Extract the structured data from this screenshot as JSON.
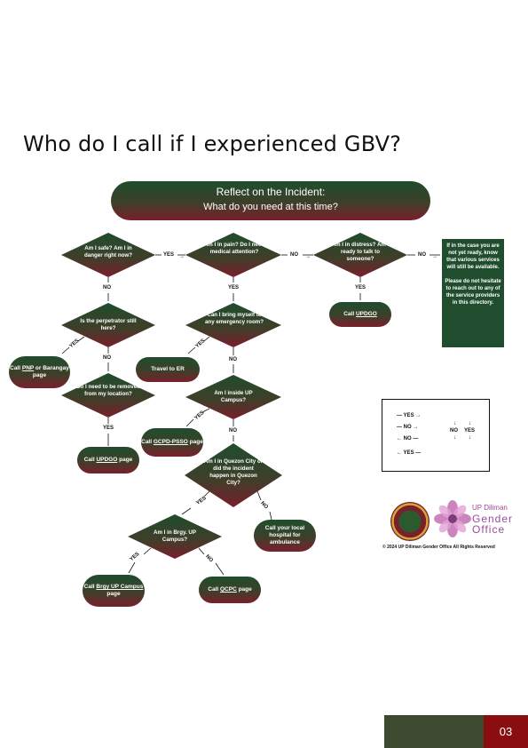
{
  "title": "Who do I call if I experienced GBV?",
  "header": {
    "line1": "Reflect on the Incident:",
    "line2": "What do you need at this time?"
  },
  "diamonds": {
    "safe": "Am I safe? Am I in danger right now?",
    "pain": "Am I in pain? Do I need medical attention?",
    "distress": "Am I in distress? Am I ready to talk to someone?",
    "perpetrator": "Is the perpetrator still here?",
    "er_self": "Can I bring myself to any emergency room?",
    "removed": "Do I need to be removed from my location?",
    "inside_up": "Am I inside UP Campus?",
    "quezon": "Am I in Quezon City or did the incident happen in Quezon City?",
    "brgy_up": "Am I in Brgy. UP Campus?"
  },
  "pills": {
    "call_updgo_1": {
      "pre": "Call ",
      "link": "UPDGO",
      "post": ""
    },
    "call_pnp": {
      "pre": "Call ",
      "link": "PNP",
      "post": " or Barangay page"
    },
    "travel_er": {
      "pre": "Travel to ER",
      "link": "",
      "post": ""
    },
    "call_updgo_2": {
      "pre": "Call ",
      "link": "UPDGO",
      "post": " page"
    },
    "call_gcpd": {
      "pre": "Call ",
      "link": "GCPD-PSSO",
      "post": " page"
    },
    "call_hospital": {
      "pre": "Call your local hospital for ambulance",
      "link": "",
      "post": ""
    },
    "call_brgy": {
      "pre": "Call ",
      "link": "Brgy UP Campus",
      "post": " page"
    },
    "call_qcpc": {
      "pre": "Call ",
      "link": "QCPC",
      "post": " page"
    }
  },
  "notice": {
    "p1": "If in the case you are not yet ready, know that various services will still be available.",
    "p2": "Please do not hesitate to reach out to any of the service providers in this directory."
  },
  "edge_labels": {
    "yes": "YES",
    "no": "NO"
  },
  "legend": {
    "yes_right": "— YES →",
    "no_right": "— NO →",
    "no_left": "← NO —",
    "yes_left": "← YES —",
    "no_down_label": "NO",
    "yes_down_label": "YES",
    "down_arrow": "↓"
  },
  "branding": {
    "org_line1": "UP Diliman",
    "org_line2": "Gender",
    "org_line3": "Office"
  },
  "copyright": "© 2024 UP Diliman Gender Office All Rights Reserved",
  "page_number": "03",
  "colors": {
    "green": "#1f4d2d",
    "maroon": "#7a1f2c",
    "footer_green": "#3d4a2f",
    "footer_red": "#8a0e10",
    "brand_purple": "#9b4a9a"
  }
}
